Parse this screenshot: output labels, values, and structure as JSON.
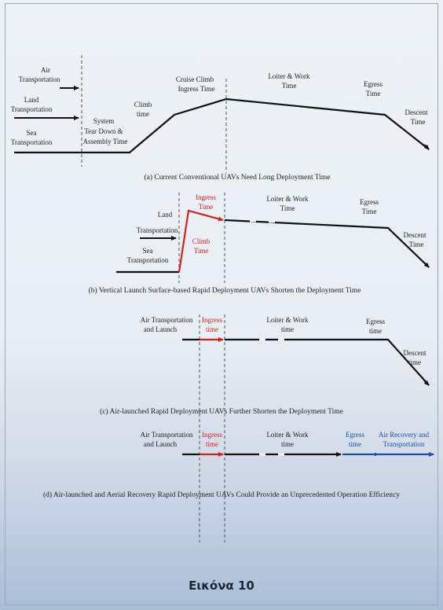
{
  "panel_a": {
    "air": [
      "Air",
      "Transportation"
    ],
    "land": [
      "Land",
      "Transportation"
    ],
    "sea": [
      "Sea",
      "Transportation"
    ],
    "system": "System",
    "teardown": [
      "Tear Down &",
      "Assembly Time"
    ],
    "climb": [
      "Climb",
      "time"
    ],
    "cruise": [
      "Cruise Climb",
      "Ingress Time"
    ],
    "loiter": [
      "Loiter & Work",
      "Time"
    ],
    "egress": [
      "Egress",
      "Time"
    ],
    "descent": [
      "Descent",
      "Time"
    ],
    "caption": "(a) Current Conventional UAVs Need Long Deployment Time"
  },
  "panel_b": {
    "land": [
      "Land",
      "Transportation"
    ],
    "sea": [
      "Sea",
      "Transportation"
    ],
    "ingress": [
      "Ingress",
      "Time"
    ],
    "climb": [
      "Climb",
      "Time"
    ],
    "loiter": [
      "Loiter & Work",
      "Time"
    ],
    "egress": [
      "Egress",
      "Time"
    ],
    "descent": [
      "Descent",
      "Time"
    ],
    "caption": "(b) Vertical Launch Surface-based Rapid Deployment UAVs Shorten the Deployment Time"
  },
  "panel_c": {
    "air": [
      "Air Transportation",
      "and Launch"
    ],
    "ingress": [
      "Ingress",
      "time"
    ],
    "loiter": [
      "Loiter & Work",
      "time"
    ],
    "egress": [
      "Egress",
      "time"
    ],
    "descent": [
      "Descent",
      "time"
    ],
    "caption": "(c) Air-launched Rapid Deployment UAVs Further Shorten the Deployment Time"
  },
  "panel_d": {
    "air": [
      "Air Transportation",
      "and Launch"
    ],
    "ingress": [
      "Ingress",
      "time"
    ],
    "loiter": [
      "Loiter & Work",
      "time"
    ],
    "egress": [
      "Egress",
      "time"
    ],
    "recovery": [
      "Air Recovery and",
      "Transportation"
    ],
    "caption": "(d) Air-launched and Aerial Recovery Rapid Deployment UAVs Could Provide an Unprecedented Operation Efficiency"
  },
  "figure_title": "Εικόνα 10",
  "colors": {
    "black": "#111111",
    "red": "#d42020",
    "blue": "#1a4fa8",
    "guide": "#555555"
  }
}
